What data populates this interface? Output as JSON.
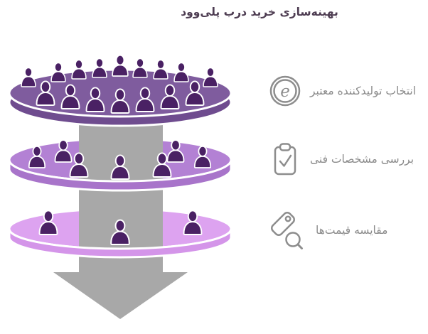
{
  "title": "بهینه‌سازی خرید درب پلی‌وود",
  "colors": {
    "title_text": "#4e3d52",
    "label_text": "#8b8b8b",
    "icon_stroke": "#8d8d8d",
    "person": "#4a2164",
    "arrow_gray": "#a8a8a8",
    "level1_face": "#7f5c9e",
    "level1_rim": "#6f4c8f",
    "level2_face": "#b381d4",
    "level2_rim": "#a874ca",
    "level3_face": "#dda3f0",
    "level3_rim": "#d495e9"
  },
  "funnel": {
    "levels": [
      {
        "name": "many-candidates",
        "people_count": 16
      },
      {
        "name": "shortlist",
        "people_count": 7
      },
      {
        "name": "final-choice",
        "people_count": 3
      }
    ]
  },
  "steps": [
    {
      "label": "انتخاب تولیدکننده معتبر",
      "icon": "e-emblem-icon"
    },
    {
      "label": "بررسی مشخصات فنی",
      "icon": "clipboard-check-icon"
    },
    {
      "label": "مقایسه قیمت‌ها",
      "icon": "price-tag-search-icon"
    }
  ]
}
